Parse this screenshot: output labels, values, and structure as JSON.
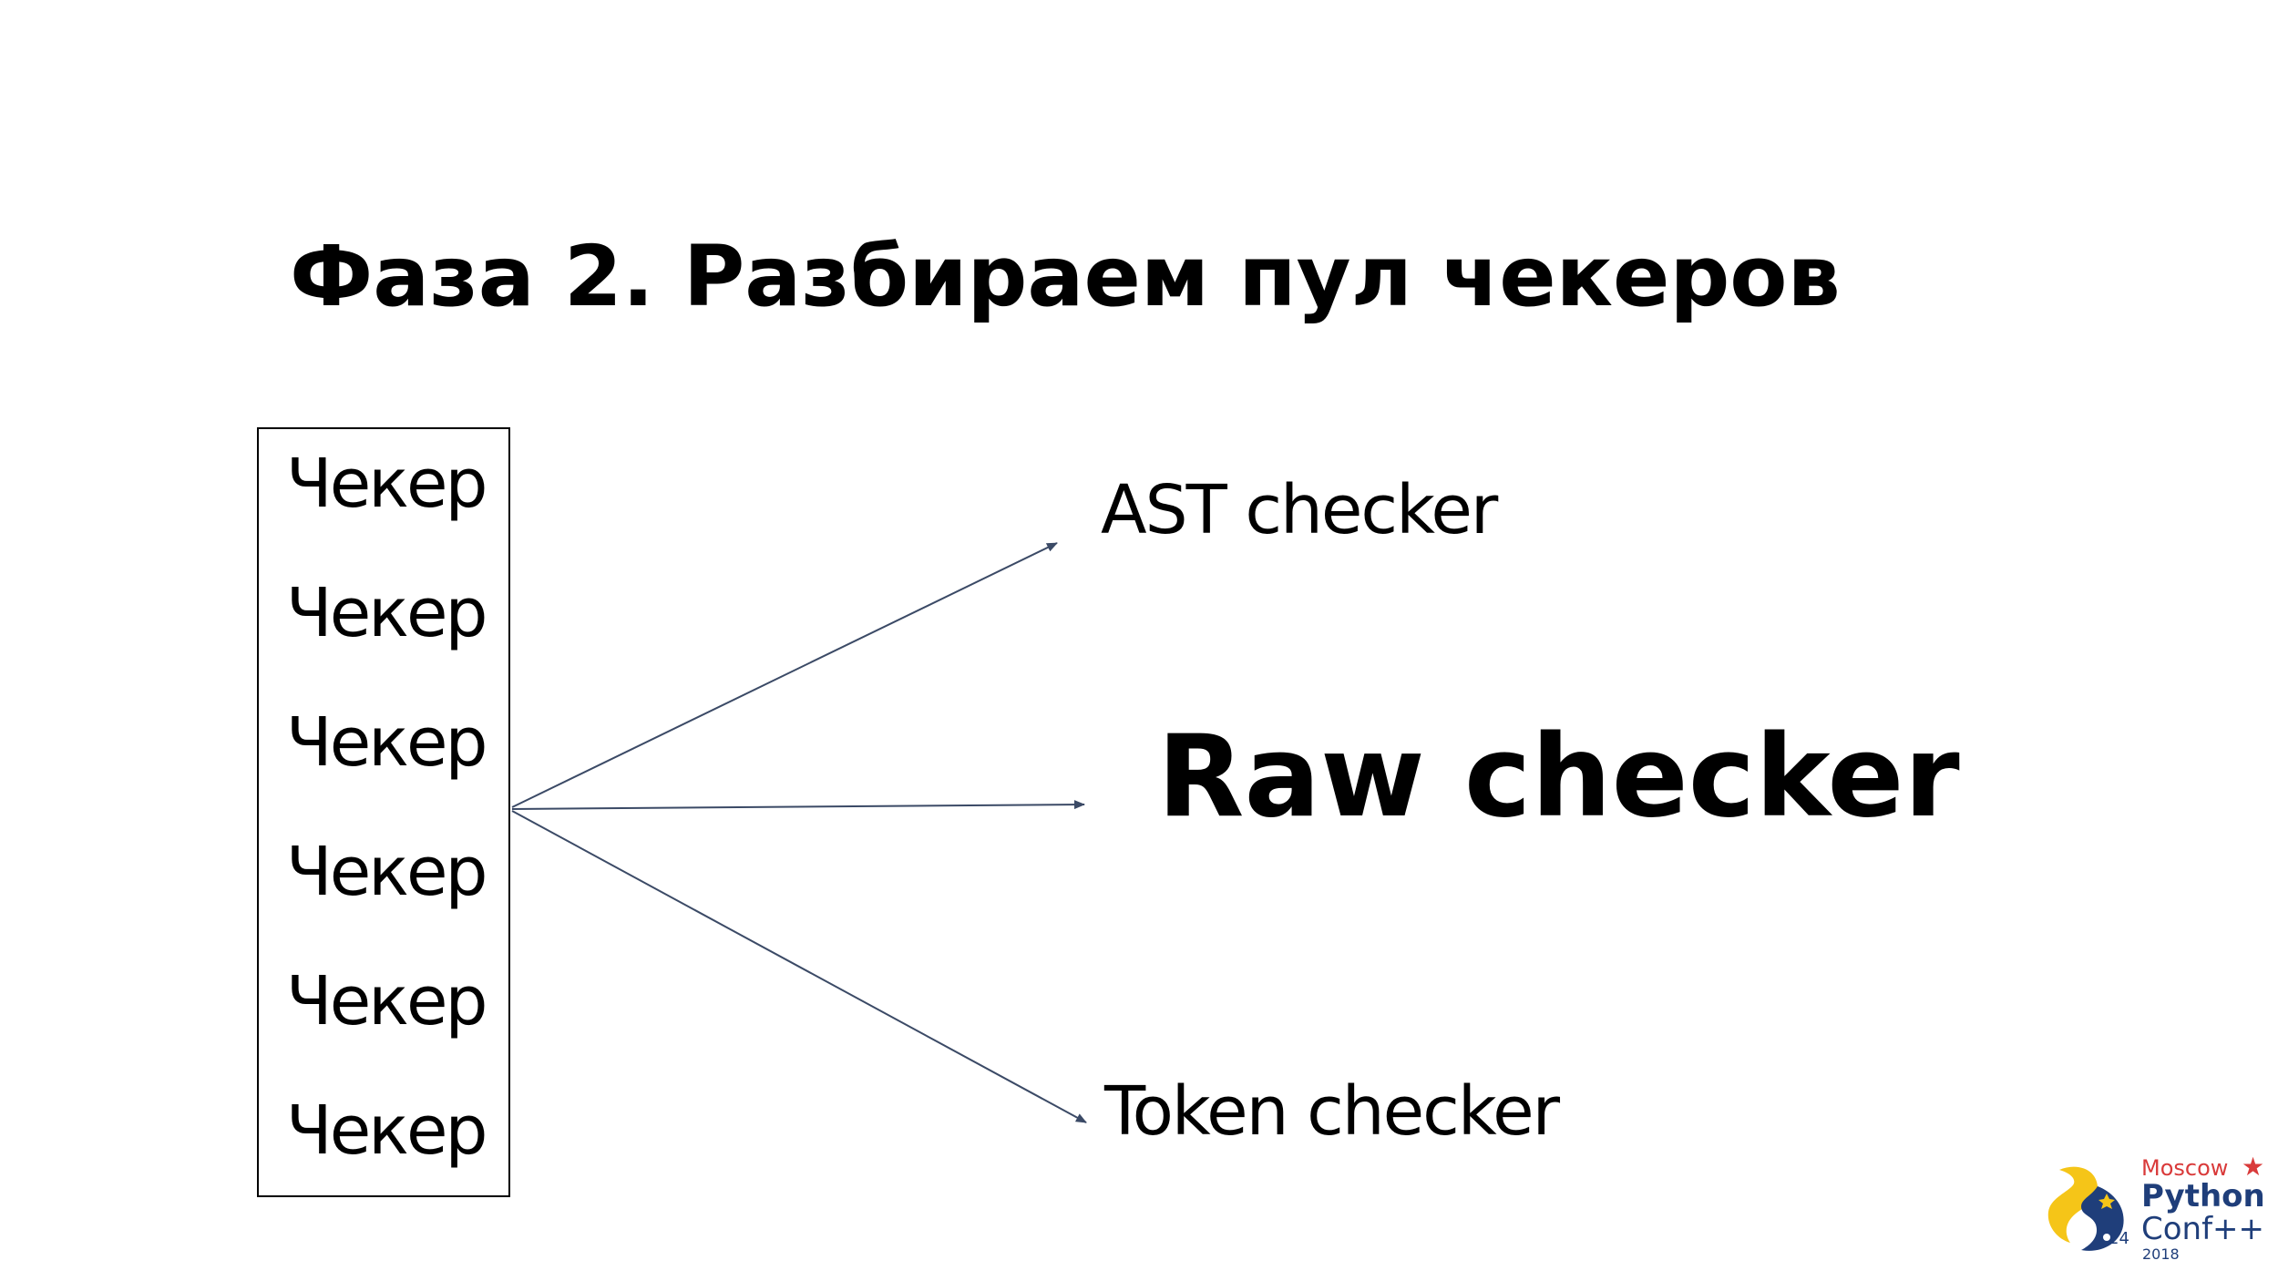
{
  "slide": {
    "title": "Фаза 2. Разбираем пул чекеров"
  },
  "pool": {
    "items": [
      "Чекер",
      "Чекер",
      "Чекер",
      "Чекер",
      "Чекер",
      "Чекер"
    ]
  },
  "targets": {
    "ast": "AST checker",
    "raw": "Raw checker",
    "token": "Token checker"
  },
  "logo": {
    "city": "Moscow",
    "line1": "Python",
    "line2": "Conf++",
    "year": "2018",
    "edition": "24"
  },
  "colors": {
    "arrow": "#3b4a66",
    "logo_red": "#d93a3a",
    "logo_blue": "#1f3e7a",
    "logo_yellow": "#f5c518"
  }
}
